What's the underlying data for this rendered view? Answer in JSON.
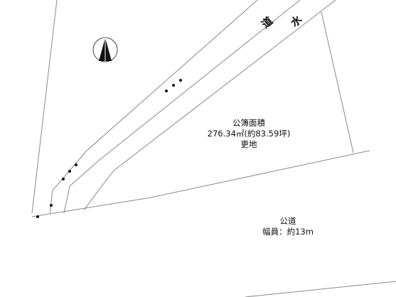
{
  "lot": {
    "line1": "公簿面積",
    "line2": "276.34㎡(約83.59坪)",
    "line3": "更地"
  },
  "public_road": {
    "name": "公道",
    "width": "幅員：約13m"
  },
  "canal_road": {
    "char1": "道",
    "char2": "水"
  },
  "icons": {
    "compass": "north-arrow-icon"
  },
  "colors": {
    "line": "#777777",
    "dot": "#111111"
  }
}
